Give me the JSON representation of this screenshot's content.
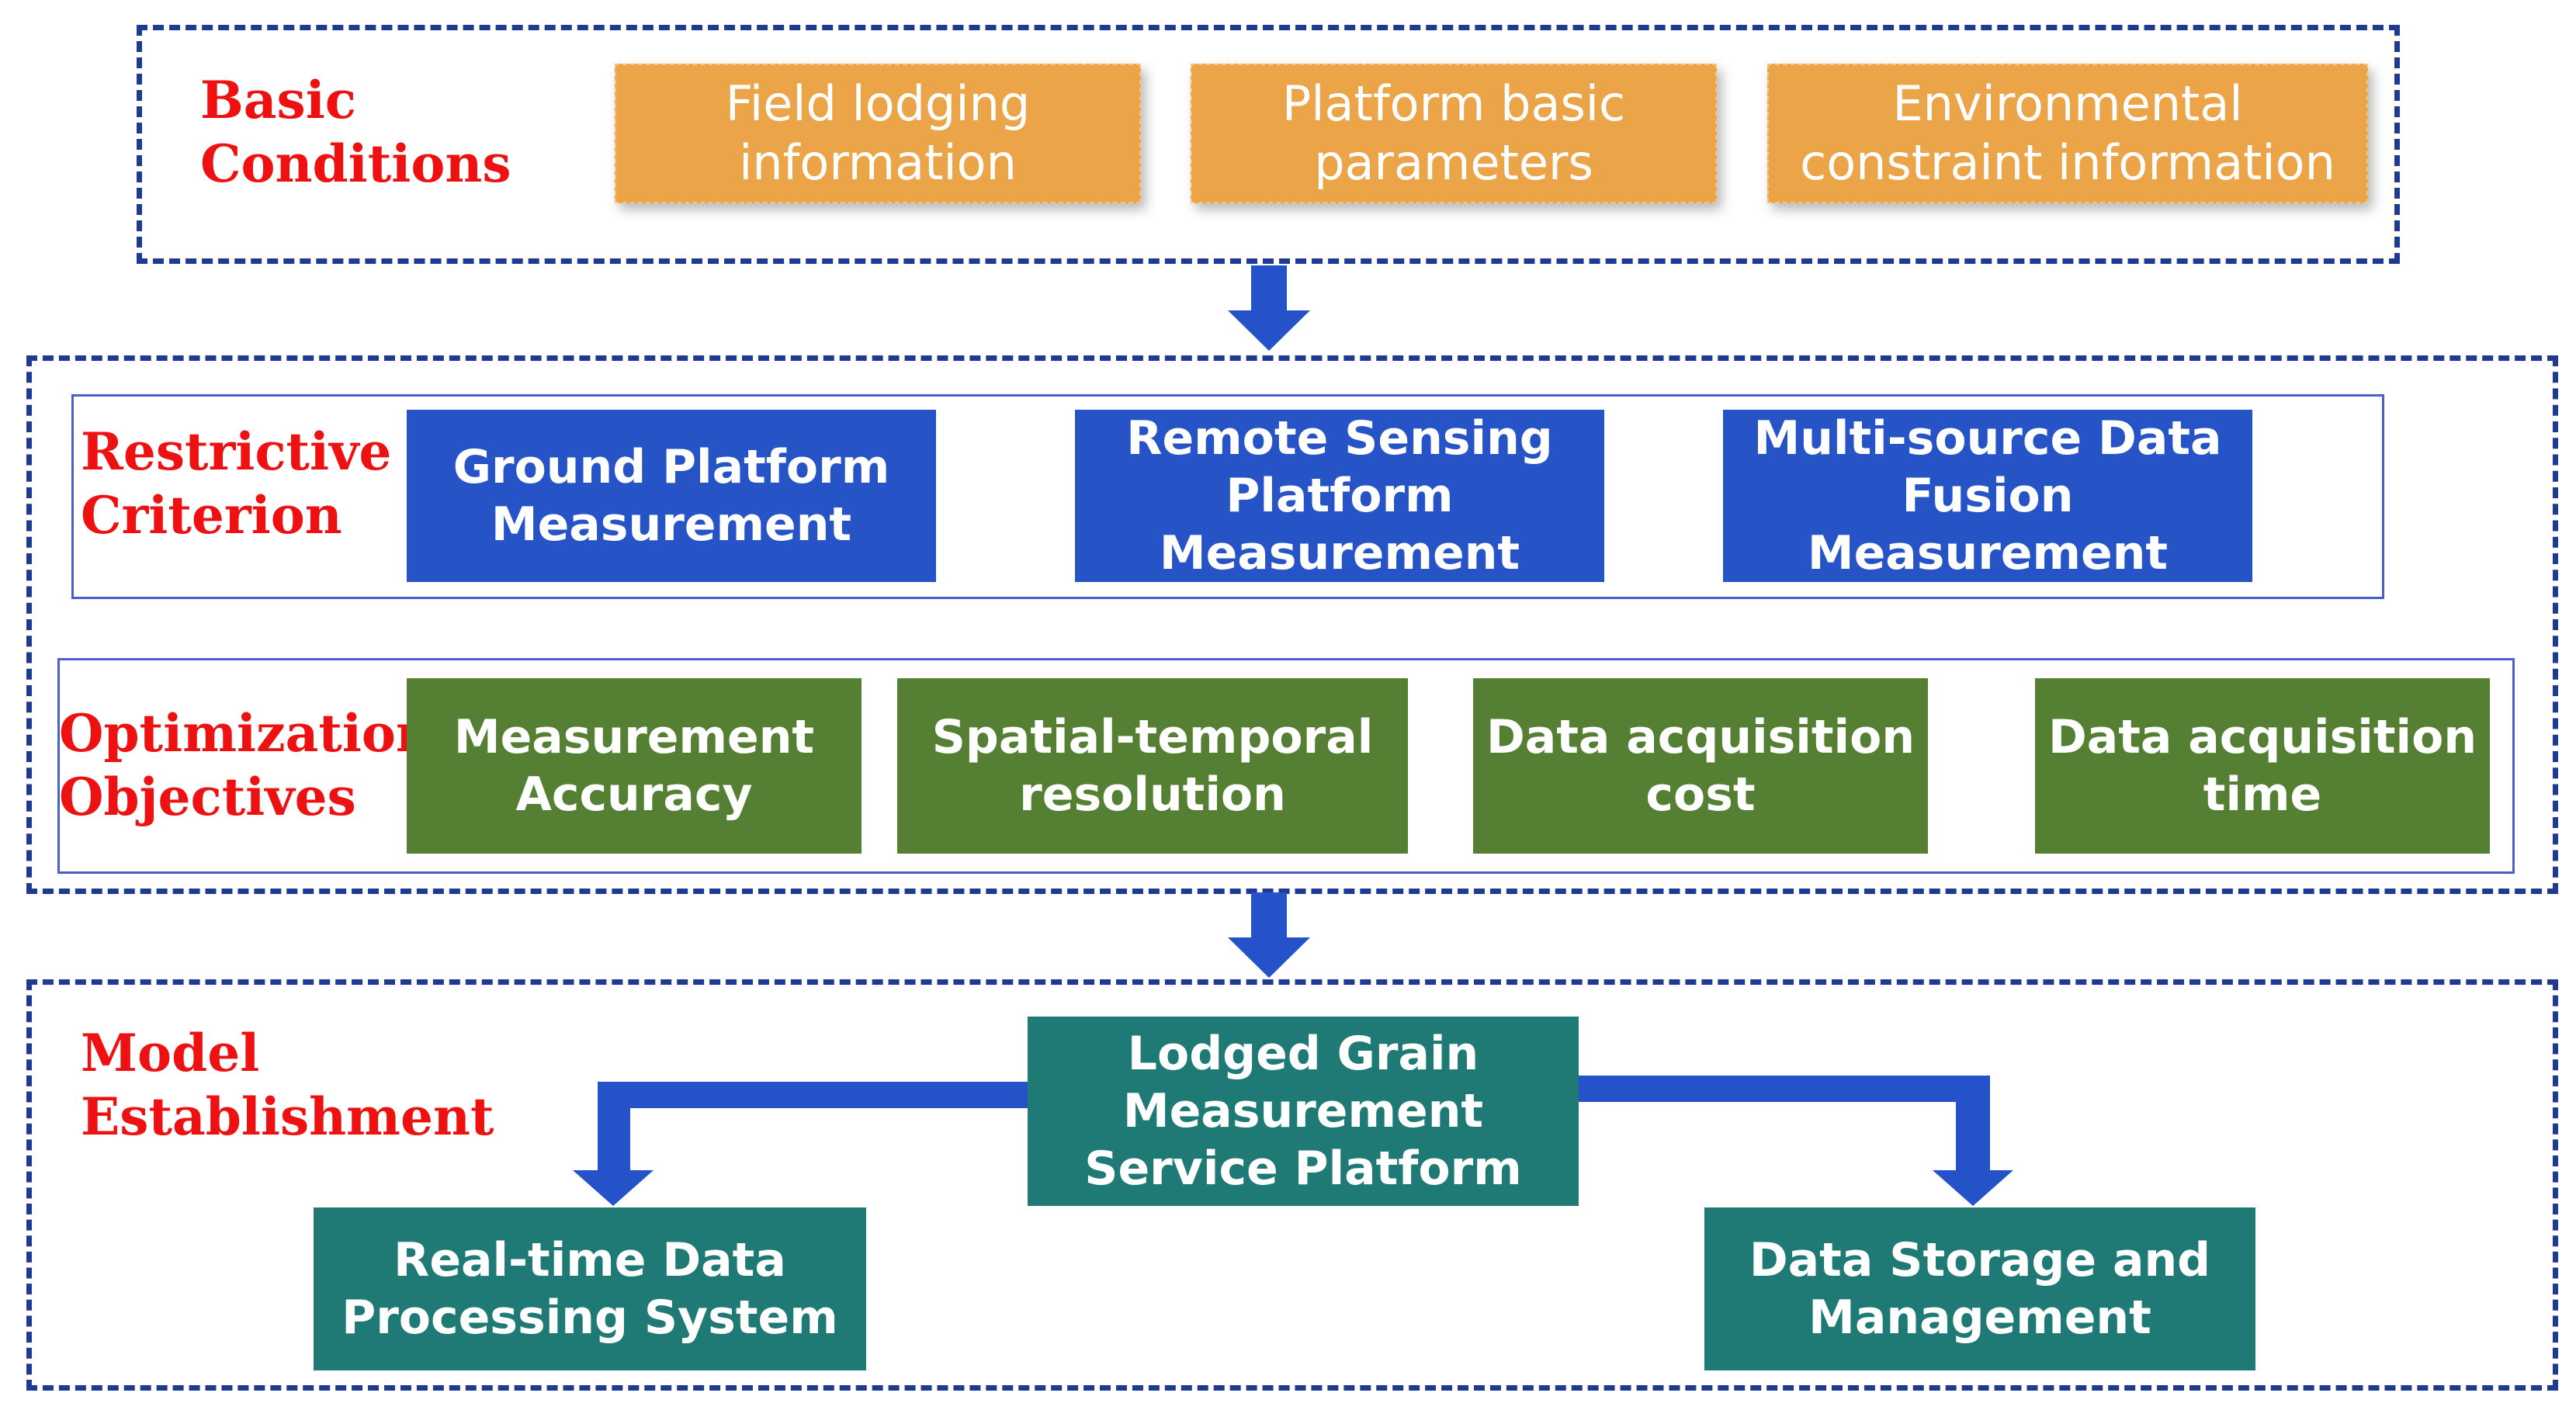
{
  "basic": {
    "label": "Basic\nConditions",
    "items": [
      "Field lodging information",
      "Platform basic parameters",
      "Environmental constraint information"
    ]
  },
  "restrictive": {
    "label": "Restrictive\nCriterion",
    "items": [
      "Ground Platform Measurement",
      "Remote Sensing Platform Measurement",
      "Multi-source Data Fusion Measurement"
    ]
  },
  "optimization": {
    "label": "Optimization\nObjectives",
    "items": [
      "Measurement Accuracy",
      "Spatial-temporal resolution",
      "Data acquisition cost",
      "Data acquisition time"
    ]
  },
  "model": {
    "label": "Model\nEstablishment",
    "center": "Lodged Grain Measurement Service Platform",
    "left": "Real-time Data Processing System",
    "right": "Data Storage and Management"
  },
  "colors": {
    "frame": "#1f3a93",
    "label": "#ee1111",
    "orange": "#eca448",
    "blue": "#2654c6",
    "green": "#558034",
    "teal": "#1f7a75",
    "arrow": "#2552c8"
  }
}
